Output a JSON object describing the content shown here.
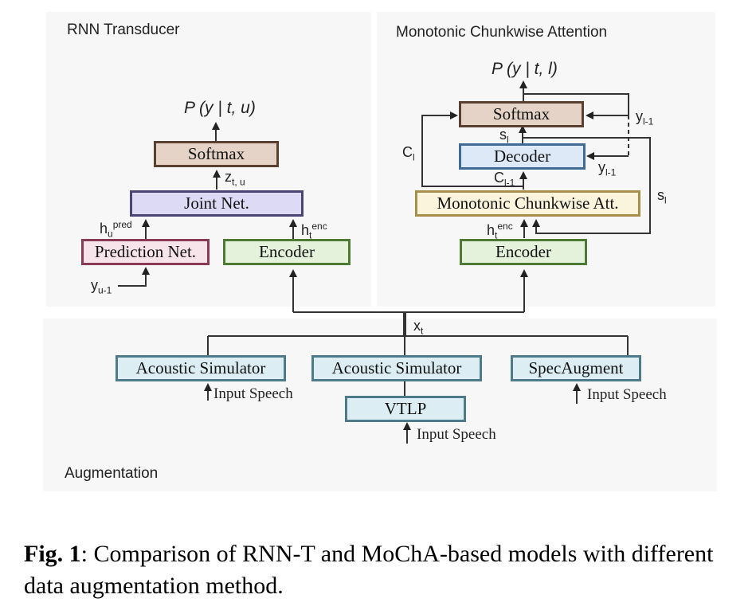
{
  "panels": {
    "rnnt": {
      "title": "RNN Transducer"
    },
    "mocha": {
      "title": "Monotonic Chunkwise Attention"
    },
    "aug": {
      "title": "Augmentation"
    }
  },
  "rnnt": {
    "output": "P (y | t, u)",
    "softmax": "Softmax",
    "z_label": {
      "main": "z",
      "sub": "t, u"
    },
    "joint": "Joint Net.",
    "h_pred": {
      "main": "h",
      "sub": "u",
      "sup": "pred"
    },
    "h_enc": {
      "main": "h",
      "sub": "t",
      "sup": "enc"
    },
    "prediction": "Prediction Net.",
    "encoder": "Encoder",
    "y_prev": {
      "main": "y",
      "sub": "u-1"
    }
  },
  "mocha": {
    "output": "P (y | t, l)",
    "softmax": "Softmax",
    "decoder": "Decoder",
    "attention": "Monotonic Chunkwise Att.",
    "encoder": "Encoder",
    "s_label": {
      "main": "s",
      "sub": "l"
    },
    "c_label": {
      "main": "C",
      "sub": "l"
    },
    "c_prev_label": {
      "main": "C",
      "sub": "l-1"
    },
    "y_prev_top": {
      "main": "y",
      "sub": "l-1"
    },
    "y_prev_dec": {
      "main": "y",
      "sub": "l-1"
    },
    "s_right": {
      "main": "s",
      "sub": "l"
    },
    "h_enc": {
      "main": "h",
      "sub": "t",
      "sup": "enc"
    }
  },
  "augmentation": {
    "x_label": {
      "main": "x",
      "sub": "t"
    },
    "blocks": [
      "Acoustic Simulator",
      "Acoustic Simulator",
      "SpecAugment",
      "VTLP"
    ],
    "input_labels": [
      "Input Speech",
      "Input Speech",
      "Input Speech"
    ]
  },
  "caption": {
    "prefix": "Fig. 1",
    "text": ":  Comparison of RNN-T and MoChA-based models with different data augmentation method."
  },
  "colors": {
    "softmax_fill": "#e4d3c6",
    "softmax_border": "#5a4030",
    "joint_fill": "#dcdaf4",
    "joint_border": "#4a4475",
    "pred_fill": "#f7e4ea",
    "pred_border": "#8a3a52",
    "enc_fill": "#e4f2dc",
    "enc_border": "#4e7a34",
    "dec_fill": "#dde9f7",
    "dec_border": "#3f6a96",
    "att_fill": "#fbf4dc",
    "att_border": "#a88e4a",
    "aug_fill": "#dcedf4",
    "aug_border": "#4e7b8a"
  }
}
